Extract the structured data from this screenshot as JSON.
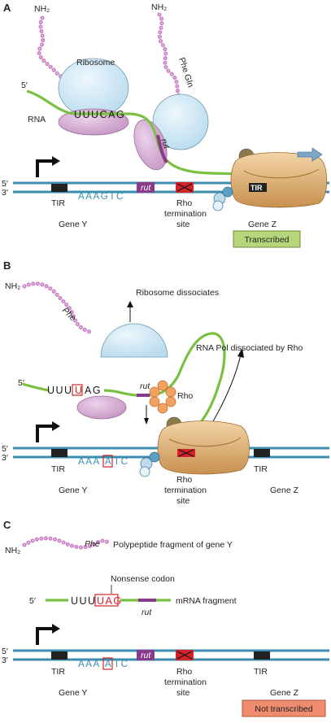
{
  "panels": {
    "a": {
      "letter": "A",
      "nh2_left": "NH₂",
      "nh2_right": "NH₂",
      "ribosome": "Ribosome",
      "phe_gln": "Phe Gln",
      "five_prime": "5′",
      "rna": "RNA",
      "codons": "UUUCAG",
      "rut": "rut",
      "dna_top": "5′",
      "dna_bottom": "3′",
      "tir1": "TIR",
      "dna_seq": "AAAGTC",
      "rut_box": "rut",
      "rho_site_1": "Rho",
      "rho_site_2": "termination",
      "rho_site_3": "site",
      "tir2": "TIR",
      "gene_y": "Gene Y",
      "gene_z": "Gene Z",
      "status": "Transcribed"
    },
    "b": {
      "letter": "B",
      "nh2": "NH₂",
      "phe": "Phe",
      "ribosome_dissociates": "Ribosome dissociates",
      "rnapol_dissociated": "RNA Pol dissociated by Rho",
      "five_prime": "5′",
      "codons_pre": "UUU",
      "codon_box": "U",
      "codons_post": "AG",
      "rut": "rut",
      "rho": "Rho",
      "dna_top": "5′",
      "dna_bottom": "3′",
      "tir1": "TIR",
      "dna_pre": "AAA",
      "dna_box": "A",
      "dna_post": "TC",
      "rho_site_1": "Rho",
      "rho_site_2": "termination",
      "rho_site_3": "site",
      "tir2": "TIR",
      "gene_y": "Gene Y",
      "gene_z": "Gene Z"
    },
    "c": {
      "letter": "C",
      "nh2": "NH₂",
      "phe": "Phe",
      "polypeptide": "Polypeptide fragment of gene Y",
      "nonsense": "Nonsense codon",
      "five_prime": "5′",
      "codons_pre": "UUU",
      "codon_box": "UAG",
      "rut": "rut",
      "mrna_fragment": "mRNA fragment",
      "dna_top": "5′",
      "dna_bottom": "3′",
      "tir1": "TIR",
      "dna_pre": "AAA",
      "dna_box": "A",
      "dna_post": "TC",
      "rut_box": "rut",
      "rho_site_1": "Rho",
      "rho_site_2": "termination",
      "rho_site_3": "site",
      "tir2": "TIR",
      "gene_y": "Gene Y",
      "gene_z": "Gene Z",
      "status": "Not transcribed"
    }
  },
  "colors": {
    "dna": "#3a8fb0",
    "mrna": "#7ac143",
    "peptide": "#c97fc4",
    "ribosome_large": "#cfe6f2",
    "ribosome_small": "#d9b0d8",
    "rut": "#8a3a8a",
    "rho_site": "#d2232a",
    "rho_protein": "#f4a261",
    "rna_pol": "#d9a96c",
    "transcribed_bg": "#b5d67a",
    "not_transcribed_bg": "#ef8b6e"
  }
}
